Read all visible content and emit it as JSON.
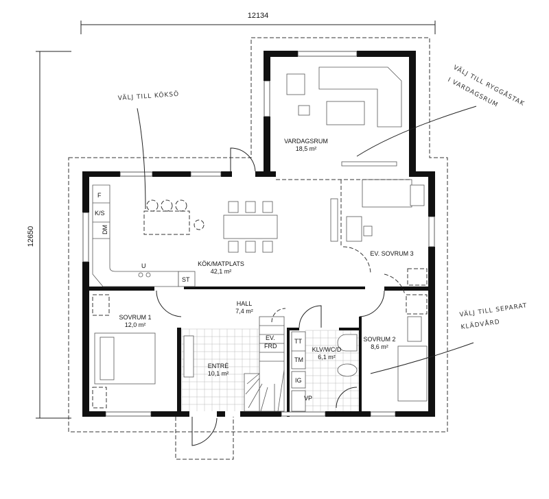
{
  "dimensions": {
    "width": "12134",
    "height": "12650"
  },
  "rooms": [
    {
      "name": "VARDAGSRUM",
      "area": "18,5 m²"
    },
    {
      "name": "KÖK/MATPLATS",
      "area": "42,1 m²"
    },
    {
      "name": "EV. SOVRUM 3",
      "area": ""
    },
    {
      "name": "HALL",
      "area": "7,4 m²"
    },
    {
      "name": "SOVRUM 1",
      "area": "12,0 m²"
    },
    {
      "name": "ENTRÉ",
      "area": "10,1 m²"
    },
    {
      "name": "KLV/WC/D",
      "area": "6,1 m²"
    },
    {
      "name": "SOVRUM 2",
      "area": "8,6 m²"
    }
  ],
  "fixtures": {
    "F": "F",
    "KS": "K/S",
    "DM": "DM",
    "U": "U",
    "ST": "ST",
    "TT": "TT",
    "TM": "TM",
    "IG": "IG",
    "VP": "VP",
    "EV": "EV.",
    "FRD": "FRD"
  },
  "annotations": {
    "kitchen_island": "VÄLJ TILL KÖKSÖ",
    "roof_line1": "VÄLJ TILL RYGGÅSTAK",
    "roof_line2": "I VARDAGSRUM",
    "wardrobe_line1": "VÄLJ TILL SEPARAT",
    "wardrobe_line2": "KLÄDVÅRD"
  }
}
